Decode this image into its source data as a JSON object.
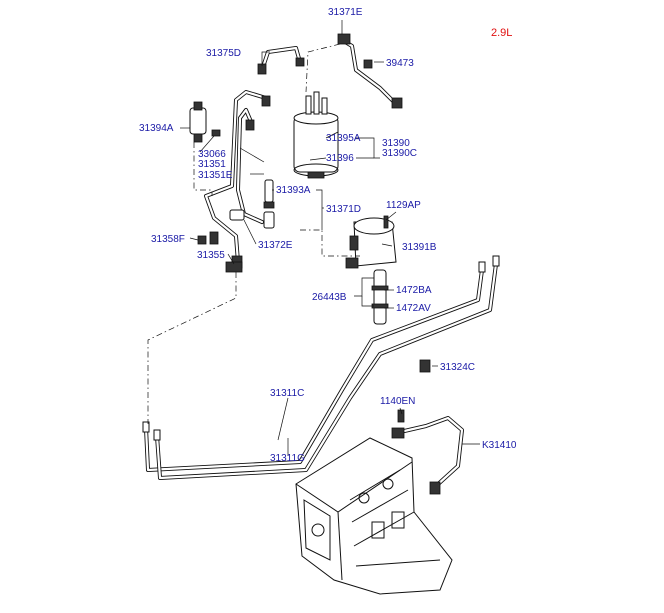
{
  "variant_label": "2.9L",
  "labels": {
    "p31371E": "31371E",
    "p31375D": "31375D",
    "p39473": "39473",
    "p31394A": "31394A",
    "p33066": "33066",
    "p31351": "31351",
    "p31351E": "31351E",
    "p31395A": "31395A",
    "p31390": "31390",
    "p31390C": "31390C",
    "p31396": "31396",
    "p31393A": "31393A",
    "p31371D": "31371D",
    "p1129AP": "1129AP",
    "p31358F": "31358F",
    "p31372E": "31372E",
    "p31391B": "31391B",
    "p31355": "31355",
    "p26443B": "26443B",
    "p1472BA": "1472BA",
    "p1472AV": "1472AV",
    "p31324C": "31324C",
    "p31311C": "31311C",
    "p1140EN": "1140EN",
    "p31311G": "31311G",
    "pK31410": "K31410"
  }
}
